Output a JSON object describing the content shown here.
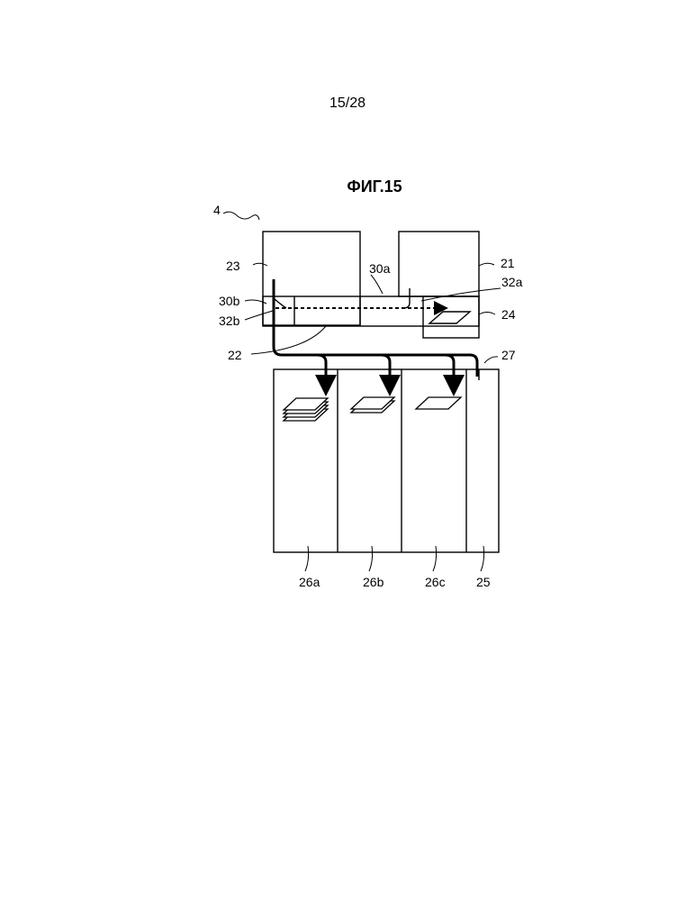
{
  "page_number": "15/28",
  "figure_title": "ФИГ.15",
  "labels": {
    "device": "4",
    "unit_23": "23",
    "unit_21": "21",
    "path_30a": "30a",
    "path_32a": "32a",
    "path_30b": "30b",
    "path_32b": "32b",
    "unit_24": "24",
    "path_22": "22",
    "unit_27": "27",
    "stacker_26a": "26a",
    "stacker_26b": "26b",
    "stacker_26c": "26c",
    "unit_25": "25"
  }
}
